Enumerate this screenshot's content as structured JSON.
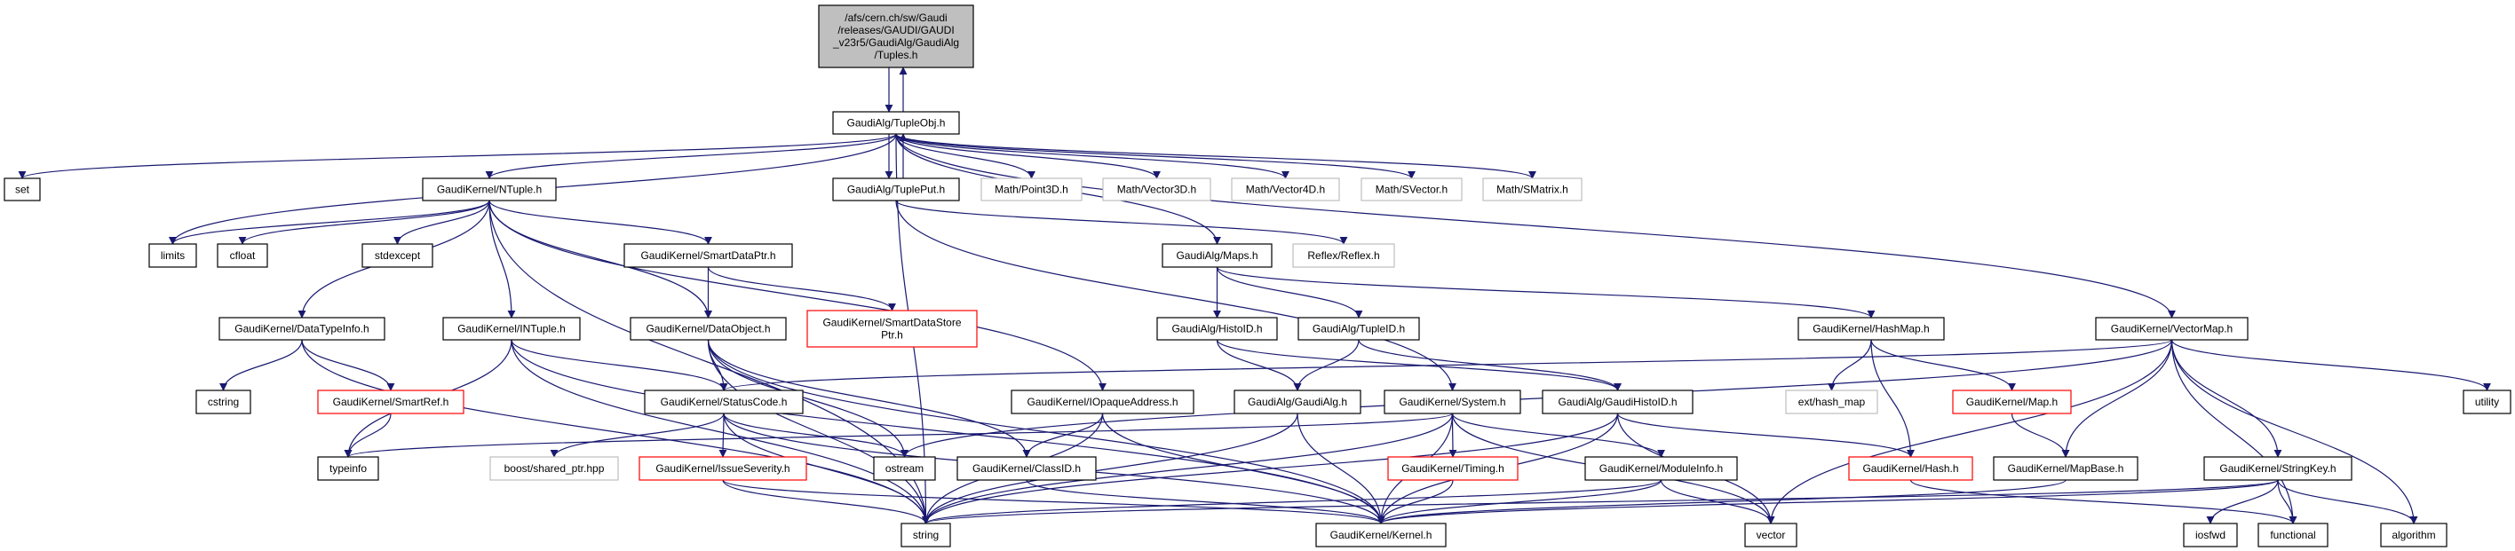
{
  "colors": {
    "edge": "#191970",
    "normal_border": "#000000",
    "missing_border": "#bfbfbf",
    "undocumented_border": "#ff0000",
    "root_fill": "#bfbfbf"
  },
  "nodes": [
    {
      "id": "tuples",
      "lines": [
        "/afs/cern.ch/sw/Gaudi",
        "/releases/GAUDI/GAUDI",
        "_v23r5/GaudiAlg/GaudiAlg",
        "/Tuples.h"
      ],
      "style": "root"
    },
    {
      "id": "tupleobj",
      "lines": [
        "GaudiAlg/TupleObj.h"
      ],
      "style": "normal"
    },
    {
      "id": "set",
      "lines": [
        "set"
      ],
      "style": "normal"
    },
    {
      "id": "ntuple",
      "lines": [
        "GaudiKernel/NTuple.h"
      ],
      "style": "normal"
    },
    {
      "id": "tupleput",
      "lines": [
        "GaudiAlg/TuplePut.h"
      ],
      "style": "normal"
    },
    {
      "id": "point3d",
      "lines": [
        "Math/Point3D.h"
      ],
      "style": "gray"
    },
    {
      "id": "vector3d",
      "lines": [
        "Math/Vector3D.h"
      ],
      "style": "gray"
    },
    {
      "id": "vector4d",
      "lines": [
        "Math/Vector4D.h"
      ],
      "style": "gray"
    },
    {
      "id": "svector",
      "lines": [
        "Math/SVector.h"
      ],
      "style": "gray"
    },
    {
      "id": "smatrix",
      "lines": [
        "Math/SMatrix.h"
      ],
      "style": "gray"
    },
    {
      "id": "limits",
      "lines": [
        "limits"
      ],
      "style": "normal"
    },
    {
      "id": "cfloat",
      "lines": [
        "cfloat"
      ],
      "style": "normal"
    },
    {
      "id": "stdexcept",
      "lines": [
        "stdexcept"
      ],
      "style": "normal"
    },
    {
      "id": "smartdataptr",
      "lines": [
        "GaudiKernel/SmartDataPtr.h"
      ],
      "style": "normal"
    },
    {
      "id": "maps",
      "lines": [
        "GaudiAlg/Maps.h"
      ],
      "style": "normal"
    },
    {
      "id": "reflex",
      "lines": [
        "Reflex/Reflex.h"
      ],
      "style": "gray"
    },
    {
      "id": "datatypeinfo",
      "lines": [
        "GaudiKernel/DataTypeInfo.h"
      ],
      "style": "normal"
    },
    {
      "id": "intuple",
      "lines": [
        "GaudiKernel/INTuple.h"
      ],
      "style": "normal"
    },
    {
      "id": "dataobject",
      "lines": [
        "GaudiKernel/DataObject.h"
      ],
      "style": "normal"
    },
    {
      "id": "smartdatastoreptr",
      "lines": [
        "GaudiKernel/SmartDataStore",
        "Ptr.h"
      ],
      "style": "red"
    },
    {
      "id": "histoid",
      "lines": [
        "GaudiAlg/HistoID.h"
      ],
      "style": "normal"
    },
    {
      "id": "tupleid",
      "lines": [
        "GaudiAlg/TupleID.h"
      ],
      "style": "normal"
    },
    {
      "id": "hashmap",
      "lines": [
        "GaudiKernel/HashMap.h"
      ],
      "style": "normal"
    },
    {
      "id": "vectormap",
      "lines": [
        "GaudiKernel/VectorMap.h"
      ],
      "style": "normal"
    },
    {
      "id": "cstring",
      "lines": [
        "cstring"
      ],
      "style": "normal"
    },
    {
      "id": "smartref",
      "lines": [
        "GaudiKernel/SmartRef.h"
      ],
      "style": "red"
    },
    {
      "id": "statuscode",
      "lines": [
        "GaudiKernel/StatusCode.h"
      ],
      "style": "normal"
    },
    {
      "id": "iopaqueaddress",
      "lines": [
        "GaudiKernel/IOpaqueAddress.h"
      ],
      "style": "normal"
    },
    {
      "id": "gaudialg",
      "lines": [
        "GaudiAlg/GaudiAlg.h"
      ],
      "style": "normal"
    },
    {
      "id": "system",
      "lines": [
        "GaudiKernel/System.h"
      ],
      "style": "normal"
    },
    {
      "id": "gaudihistoid",
      "lines": [
        "GaudiAlg/GaudiHistoID.h"
      ],
      "style": "normal"
    },
    {
      "id": "exthashmap",
      "lines": [
        "ext/hash_map"
      ],
      "style": "gray"
    },
    {
      "id": "map",
      "lines": [
        "GaudiKernel/Map.h"
      ],
      "style": "red"
    },
    {
      "id": "utility",
      "lines": [
        "utility"
      ],
      "style": "normal"
    },
    {
      "id": "typeinfo",
      "lines": [
        "typeinfo"
      ],
      "style": "normal"
    },
    {
      "id": "boost",
      "lines": [
        "boost/shared_ptr.hpp"
      ],
      "style": "gray"
    },
    {
      "id": "issueseverity",
      "lines": [
        "GaudiKernel/IssueSeverity.h"
      ],
      "style": "red"
    },
    {
      "id": "ostream",
      "lines": [
        "ostream"
      ],
      "style": "normal"
    },
    {
      "id": "classid",
      "lines": [
        "GaudiKernel/ClassID.h"
      ],
      "style": "normal"
    },
    {
      "id": "timing",
      "lines": [
        "GaudiKernel/Timing.h"
      ],
      "style": "red"
    },
    {
      "id": "moduleinfo",
      "lines": [
        "GaudiKernel/ModuleInfo.h"
      ],
      "style": "normal"
    },
    {
      "id": "hash",
      "lines": [
        "GaudiKernel/Hash.h"
      ],
      "style": "red"
    },
    {
      "id": "mapbase",
      "lines": [
        "GaudiKernel/MapBase.h"
      ],
      "style": "normal"
    },
    {
      "id": "stringkey",
      "lines": [
        "GaudiKernel/StringKey.h"
      ],
      "style": "normal"
    },
    {
      "id": "string",
      "lines": [
        "string"
      ],
      "style": "normal"
    },
    {
      "id": "kernel",
      "lines": [
        "GaudiKernel/Kernel.h"
      ],
      "style": "normal"
    },
    {
      "id": "vector",
      "lines": [
        "vector"
      ],
      "style": "normal"
    },
    {
      "id": "iosfwd",
      "lines": [
        "iosfwd"
      ],
      "style": "normal"
    },
    {
      "id": "functional",
      "lines": [
        "functional"
      ],
      "style": "normal"
    },
    {
      "id": "algorithm",
      "lines": [
        "algorithm"
      ],
      "style": "normal"
    }
  ],
  "edges": [
    [
      "tuples",
      "tupleobj"
    ],
    [
      "tupleobj",
      "tuples"
    ],
    [
      "tupleobj",
      "set"
    ],
    [
      "tupleobj",
      "limits"
    ],
    [
      "tupleobj",
      "string"
    ],
    [
      "tupleobj",
      "ntuple"
    ],
    [
      "tupleobj",
      "tupleput"
    ],
    [
      "tupleput",
      "tupleobj"
    ],
    [
      "tupleobj",
      "point3d"
    ],
    [
      "tupleobj",
      "vector3d"
    ],
    [
      "tupleobj",
      "vector4d"
    ],
    [
      "tupleobj",
      "svector"
    ],
    [
      "tupleobj",
      "smatrix"
    ],
    [
      "tupleobj",
      "maps"
    ],
    [
      "tupleobj",
      "vectormap"
    ],
    [
      "ntuple",
      "limits"
    ],
    [
      "ntuple",
      "cfloat"
    ],
    [
      "ntuple",
      "stdexcept"
    ],
    [
      "ntuple",
      "string"
    ],
    [
      "ntuple",
      "datatypeinfo"
    ],
    [
      "ntuple",
      "intuple"
    ],
    [
      "ntuple",
      "dataobject"
    ],
    [
      "ntuple",
      "smartdataptr"
    ],
    [
      "ntuple",
      "iopaqueaddress"
    ],
    [
      "tupleput",
      "reflex"
    ],
    [
      "tupleput",
      "system"
    ],
    [
      "smartdataptr",
      "dataobject"
    ],
    [
      "smartdataptr",
      "smartdatastoreptr"
    ],
    [
      "datatypeinfo",
      "cstring"
    ],
    [
      "datatypeinfo",
      "smartref"
    ],
    [
      "datatypeinfo",
      "string"
    ],
    [
      "smartref",
      "typeinfo"
    ],
    [
      "intuple",
      "statuscode"
    ],
    [
      "intuple",
      "typeinfo"
    ],
    [
      "intuple",
      "string"
    ],
    [
      "intuple",
      "kernel"
    ],
    [
      "dataobject",
      "statuscode"
    ],
    [
      "dataobject",
      "ostream"
    ],
    [
      "dataobject",
      "classid"
    ],
    [
      "dataobject",
      "string"
    ],
    [
      "dataobject",
      "kernel"
    ],
    [
      "statuscode",
      "boost"
    ],
    [
      "statuscode",
      "issueseverity"
    ],
    [
      "statuscode",
      "ostream"
    ],
    [
      "statuscode",
      "kernel"
    ],
    [
      "statuscode",
      "string"
    ],
    [
      "issueseverity",
      "string"
    ],
    [
      "issueseverity",
      "kernel"
    ],
    [
      "iopaqueaddress",
      "classid"
    ],
    [
      "iopaqueaddress",
      "string"
    ],
    [
      "iopaqueaddress",
      "kernel"
    ],
    [
      "classid",
      "kernel"
    ],
    [
      "maps",
      "histoid"
    ],
    [
      "maps",
      "tupleid"
    ],
    [
      "maps",
      "hashmap"
    ],
    [
      "histoid",
      "gaudialg"
    ],
    [
      "histoid",
      "gaudihistoid"
    ],
    [
      "tupleid",
      "gaudialg"
    ],
    [
      "tupleid",
      "gaudihistoid"
    ],
    [
      "gaudialg",
      "string"
    ],
    [
      "gaudialg",
      "kernel"
    ],
    [
      "system",
      "typeinfo"
    ],
    [
      "system",
      "string"
    ],
    [
      "system",
      "timing"
    ],
    [
      "system",
      "moduleinfo"
    ],
    [
      "system",
      "kernel"
    ],
    [
      "system",
      "vector"
    ],
    [
      "timing",
      "kernel"
    ],
    [
      "gaudihistoid",
      "string"
    ],
    [
      "gaudihistoid",
      "kernel"
    ],
    [
      "gaudihistoid",
      "hash"
    ],
    [
      "gaudihistoid",
      "vector"
    ],
    [
      "moduleinfo",
      "string"
    ],
    [
      "moduleinfo",
      "kernel"
    ],
    [
      "moduleinfo",
      "vector"
    ],
    [
      "hashmap",
      "exthashmap"
    ],
    [
      "hashmap",
      "hash"
    ],
    [
      "hashmap",
      "map"
    ],
    [
      "map",
      "mapbase"
    ],
    [
      "hash",
      "functional"
    ],
    [
      "mapbase",
      "kernel"
    ],
    [
      "vectormap",
      "statuscode"
    ],
    [
      "vectormap",
      "ostream"
    ],
    [
      "vectormap",
      "mapbase"
    ],
    [
      "vectormap",
      "vector"
    ],
    [
      "vectormap",
      "stringkey"
    ],
    [
      "vectormap",
      "functional"
    ],
    [
      "vectormap",
      "algorithm"
    ],
    [
      "vectormap",
      "utility"
    ],
    [
      "stringkey",
      "string"
    ],
    [
      "stringkey",
      "kernel"
    ],
    [
      "stringkey",
      "iosfwd"
    ],
    [
      "stringkey",
      "functional"
    ],
    [
      "stringkey",
      "algorithm"
    ]
  ]
}
